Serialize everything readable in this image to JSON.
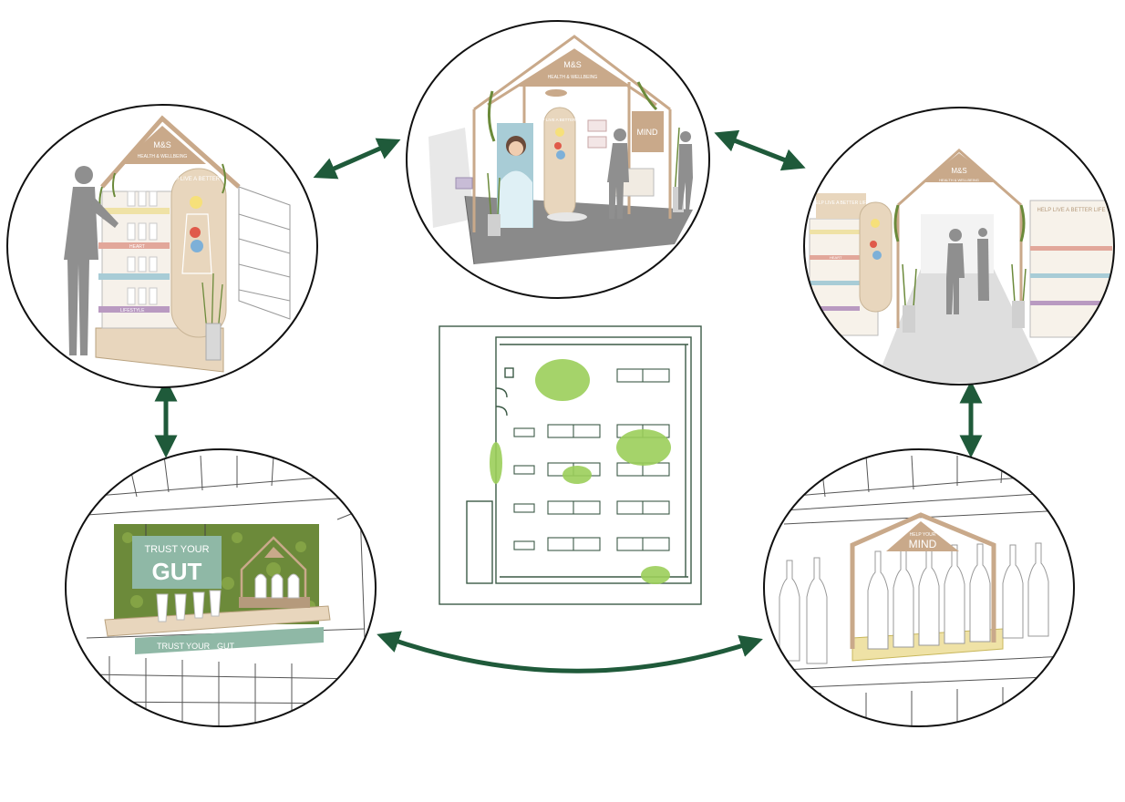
{
  "colors": {
    "arrow": "#1f5a3a",
    "heat": "#9ccf5a",
    "wood": "#e8d6bd",
    "sign": "#c9a98a",
    "shelfPink": "#e2a79a",
    "shelfBlue": "#a8ccd6",
    "shelfPurple": "#b99ac1",
    "shelfYellow": "#efe2a6",
    "mint": "#8fb8a6",
    "moss": "#6c8a3a",
    "floor": "#8a8a8a"
  },
  "vignettes": {
    "top_left": {
      "sign_brand": "M&S",
      "sign_sub": "HEALTH & WELLBEING",
      "panel_text": "HELP LIVE A BETTER LIFE",
      "shelf_label_heart": "HEART",
      "shelf_label_lifestyle": "LIFESTYLE"
    },
    "top_center": {
      "sign_brand": "M&S",
      "sign_sub": "HEALTH & WELLBEING",
      "panel_text": "HELP LIVE A BETTER LIFE",
      "mind_text": "MIND"
    },
    "top_right": {
      "sign_brand": "M&S",
      "sign_sub": "HEALTH & WELLBEING",
      "panel_left_text": "HELP LIVE A BETTER LIFE",
      "panel_right_text": "HELP LIVE A BETTER LIFE",
      "shelf_label_heart": "HEART"
    },
    "bottom_left": {
      "sign_top": "TRUST YOUR",
      "sign_big": "GUT",
      "shelf_text_a": "TRUST YOUR ",
      "shelf_text_b": "GUT"
    },
    "bottom_right": {
      "roof_small": "HELP YOUR",
      "roof_big": "MIND"
    }
  },
  "floorplan": {
    "heat_spots": 5
  }
}
